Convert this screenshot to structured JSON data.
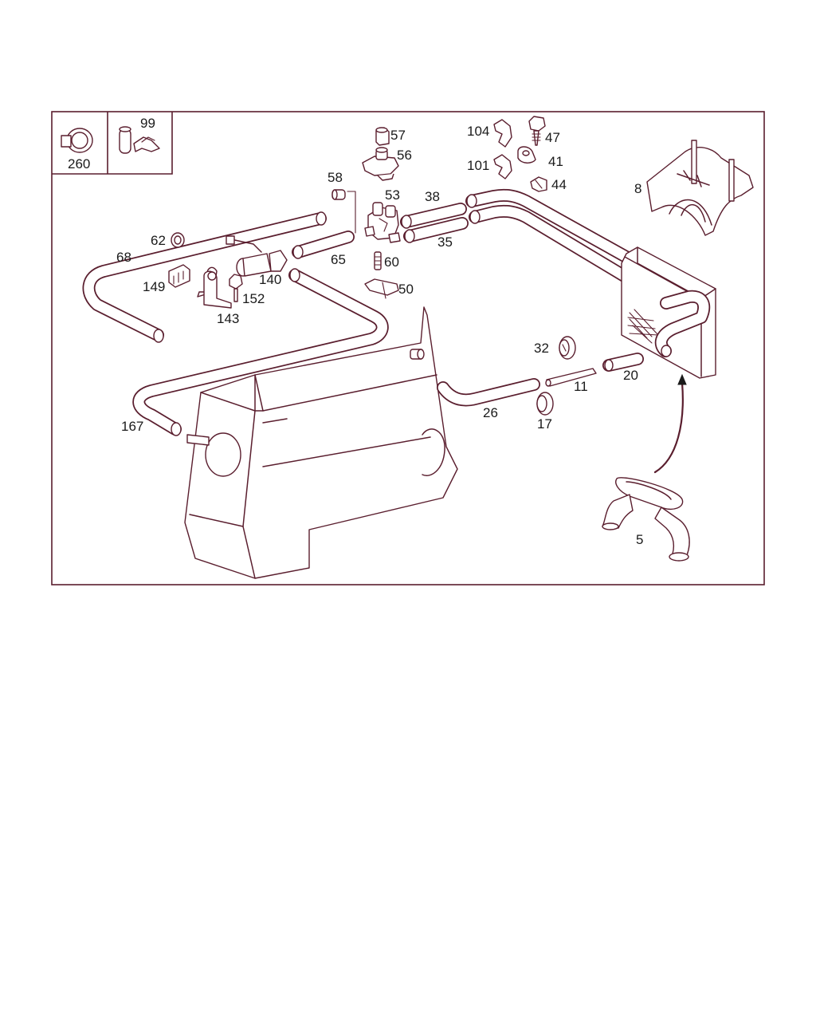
{
  "diagram": {
    "colors": {
      "line": "#5a1e2e",
      "text": "#1a1a1a",
      "background": "#ffffff"
    },
    "inset_labels": [
      "260",
      "99"
    ],
    "part_labels": [
      {
        "id": "p57",
        "text": "57"
      },
      {
        "id": "p56",
        "text": "56"
      },
      {
        "id": "p58",
        "text": "58"
      },
      {
        "id": "p53",
        "text": "53"
      },
      {
        "id": "p38",
        "text": "38"
      },
      {
        "id": "p35",
        "text": "35"
      },
      {
        "id": "p65",
        "text": "65"
      },
      {
        "id": "p60",
        "text": "60"
      },
      {
        "id": "p50",
        "text": "50"
      },
      {
        "id": "p104",
        "text": "104"
      },
      {
        "id": "p47",
        "text": "47"
      },
      {
        "id": "p101",
        "text": "101"
      },
      {
        "id": "p41",
        "text": "41"
      },
      {
        "id": "p44",
        "text": "44"
      },
      {
        "id": "p8",
        "text": "8"
      },
      {
        "id": "p62",
        "text": "62"
      },
      {
        "id": "p68",
        "text": "68"
      },
      {
        "id": "p149",
        "text": "149"
      },
      {
        "id": "p140",
        "text": "140"
      },
      {
        "id": "p152",
        "text": "152"
      },
      {
        "id": "p143",
        "text": "143"
      },
      {
        "id": "p32",
        "text": "32"
      },
      {
        "id": "p20",
        "text": "20"
      },
      {
        "id": "p11",
        "text": "11"
      },
      {
        "id": "p26",
        "text": "26"
      },
      {
        "id": "p17",
        "text": "17"
      },
      {
        "id": "p167",
        "text": "167"
      },
      {
        "id": "p5",
        "text": "5"
      }
    ]
  }
}
